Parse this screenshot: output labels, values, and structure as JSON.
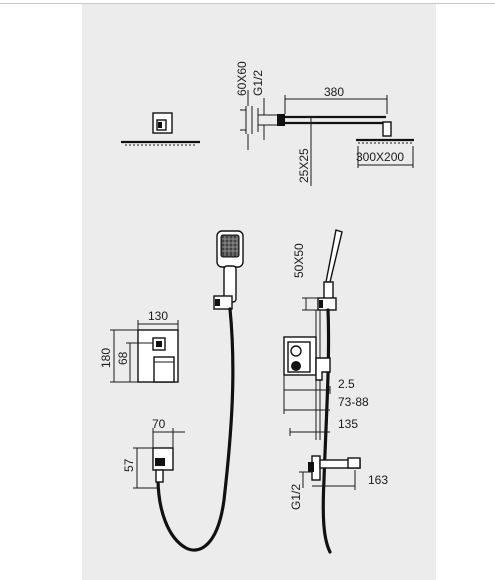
{
  "colors": {
    "panel_background": "#ececec",
    "page_background": "#ffffff",
    "ink": "#111111"
  },
  "dimensions": {
    "wall_arm_height": "60X60",
    "wall_arm_thread": "G1/2",
    "arm_length": "380",
    "arm_section": "25X25",
    "shower_head_size": "300X200",
    "slide_bracket_size": "50X50",
    "valve_width": "130",
    "valve_height": "180",
    "valve_inner_height": "68",
    "spout_width": "70",
    "spout_height": "57",
    "wall_gap": "2.5",
    "depth_range": "73-88",
    "valve_depth": "135",
    "spout_length": "163",
    "spout_thread": "G1/2"
  }
}
